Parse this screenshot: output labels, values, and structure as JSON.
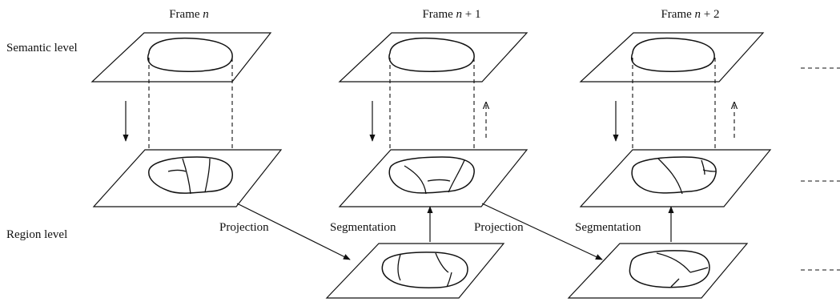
{
  "labels": {
    "semantic_level": "Semantic level",
    "region_level": "Region level"
  },
  "frames": [
    {
      "prefix": "Frame ",
      "variable": "n",
      "suffix": ""
    },
    {
      "prefix": "Frame ",
      "variable": "n",
      "suffix": " + 1"
    },
    {
      "prefix": "Frame ",
      "variable": "n",
      "suffix": " + 2"
    }
  ],
  "transitions": [
    {
      "label": "Projection"
    },
    {
      "label": "Segmentation"
    },
    {
      "label": "Projection"
    },
    {
      "label": "Segmentation"
    }
  ]
}
